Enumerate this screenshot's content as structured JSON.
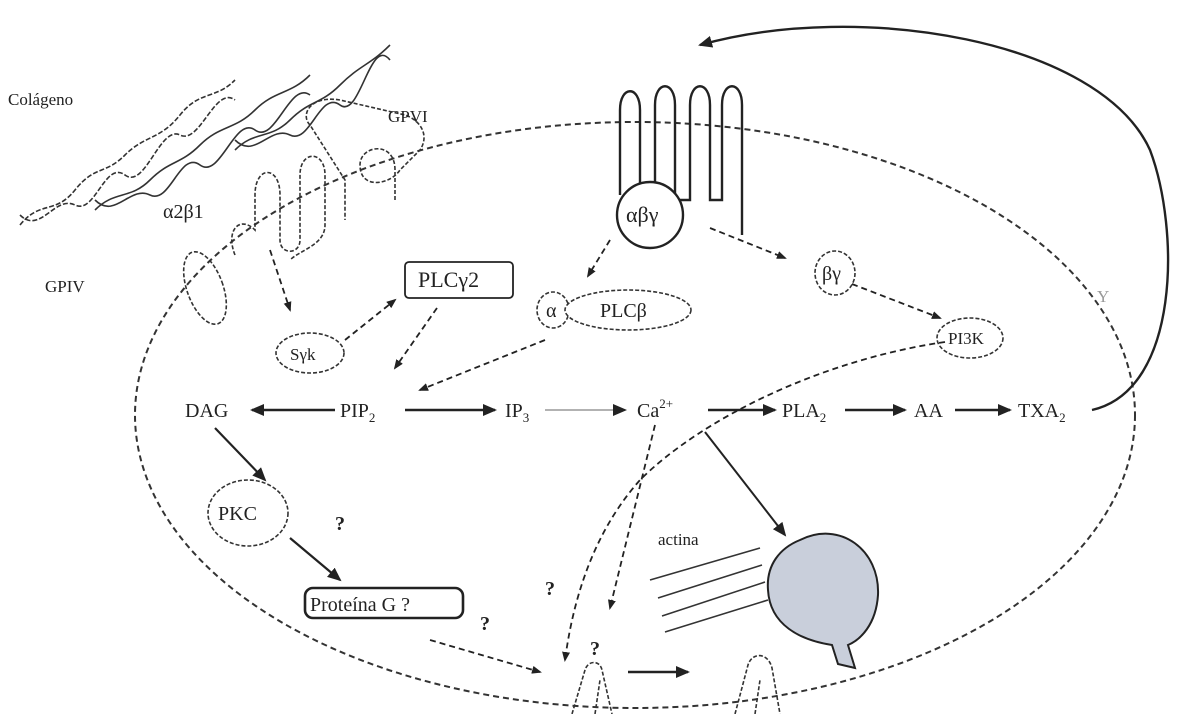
{
  "labels": {
    "colageno": "Colágeno",
    "gpvi": "GPVI",
    "a2b1": "α2β1",
    "gpiv": "GPIV",
    "abg": "αβγ",
    "plcg2": "PLCγ2",
    "syk": "Sγk",
    "alpha": "α",
    "plcb": "PLCβ",
    "bg": "βγ",
    "pi3k": "PI3K",
    "dag": "DAG",
    "pip": "PIP",
    "pip_sub": "2",
    "ip": "IP",
    "ip_sub": "3",
    "ca": "Ca",
    "ca_sup": "2+",
    "pla": "PLA",
    "pla_sub": "2",
    "aa": "AA",
    "txa": "TXA",
    "txa_sub": "2",
    "pkc": "PKC",
    "proteina_g": "Proteína G ?",
    "actina": "actina",
    "q": "?",
    "stray": "Y"
  },
  "colors": {
    "ink": "#222222",
    "vesicle_fill": "#c9cfdb",
    "edge_gray": "#555555"
  }
}
